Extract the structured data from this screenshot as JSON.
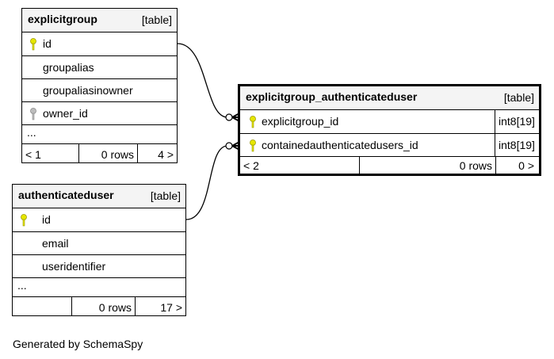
{
  "tables": {
    "explicitgroup": {
      "name": "explicitgroup",
      "kind": "[table]",
      "columns": [
        "id",
        "groupalias",
        "groupaliasinowner",
        "owner_id"
      ],
      "ellipsis": "...",
      "footer": {
        "prev": "< 1",
        "rows": "0 rows",
        "next": "4 >"
      }
    },
    "authenticateduser": {
      "name": "authenticateduser",
      "kind": "[table]",
      "columns": [
        "id",
        "email",
        "useridentifier"
      ],
      "ellipsis": "...",
      "footer": {
        "prev": "",
        "rows": "0 rows",
        "next": "17 >"
      }
    },
    "explicitgroup_authenticateduser": {
      "name": "explicitgroup_authenticateduser",
      "kind": "[table]",
      "columns": [
        {
          "name": "explicitgroup_id",
          "type": "int8[19]"
        },
        {
          "name": "containedauthenticatedusers_id",
          "type": "int8[19]"
        }
      ],
      "footer": {
        "prev": "< 2",
        "rows": "0 rows",
        "next": "0 >"
      }
    }
  },
  "colors": {
    "primary_key": "#e6e600",
    "foreign_key": "#9a9a9a",
    "header_bg": "#f4f4f4"
  },
  "caption": "Generated by SchemaSpy"
}
